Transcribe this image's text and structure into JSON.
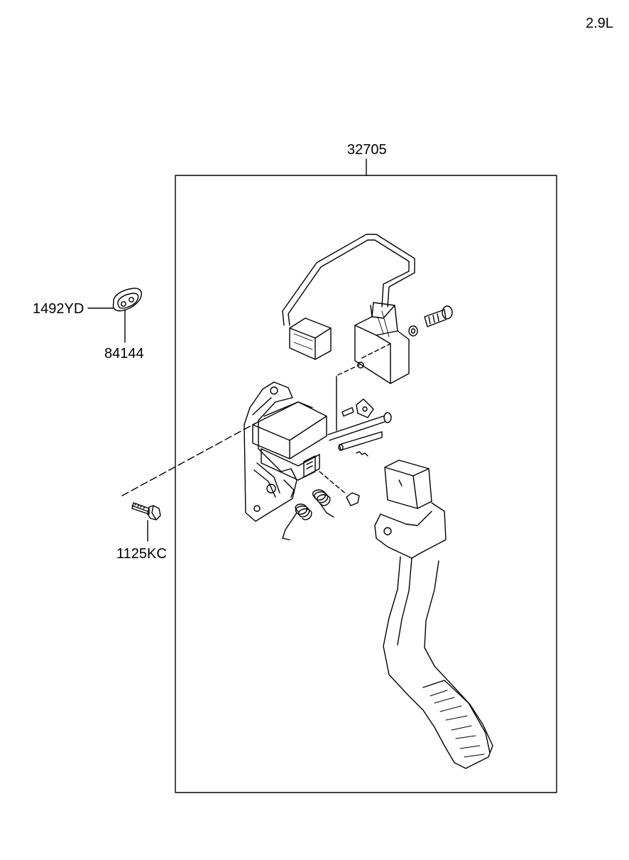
{
  "header": {
    "engine": "2.9L"
  },
  "assembly": {
    "part_number": "32705"
  },
  "parts": {
    "grommet_clip": "1492YD",
    "grommet": "84144",
    "bolt": "1125KC"
  },
  "colors": {
    "line": "#000000",
    "background": "#ffffff"
  }
}
